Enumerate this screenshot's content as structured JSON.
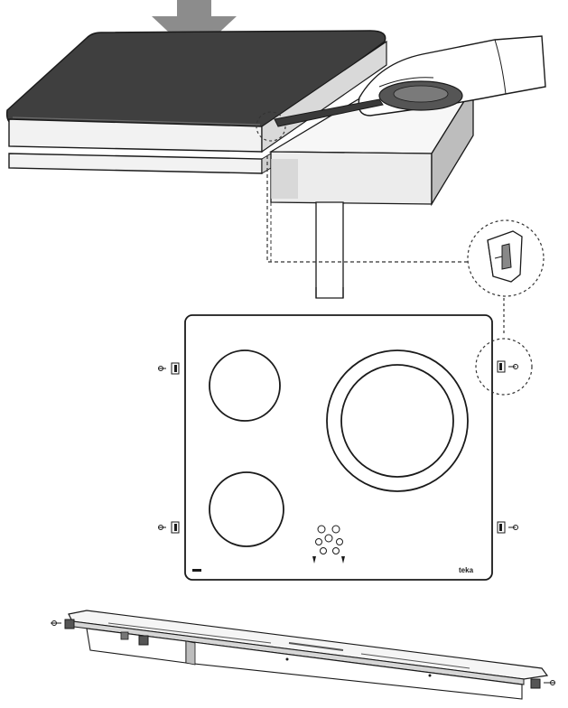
{
  "diagram": {
    "colors": {
      "worktop_dark": "#3f3f3f",
      "worktop_front": "#f2f2f2",
      "line": "#1a1a1a",
      "dashed": "#333333",
      "shade": "#bdbdbd",
      "arrow": "#8c8c8c",
      "background": "#ffffff"
    },
    "panels": {
      "top": "worktop-clip-installation",
      "middle": "hob-top-view-with-clips",
      "bottom": "hob-side-profile"
    },
    "hob": {
      "brand_mark": "teka",
      "burner_count": 3
    }
  }
}
